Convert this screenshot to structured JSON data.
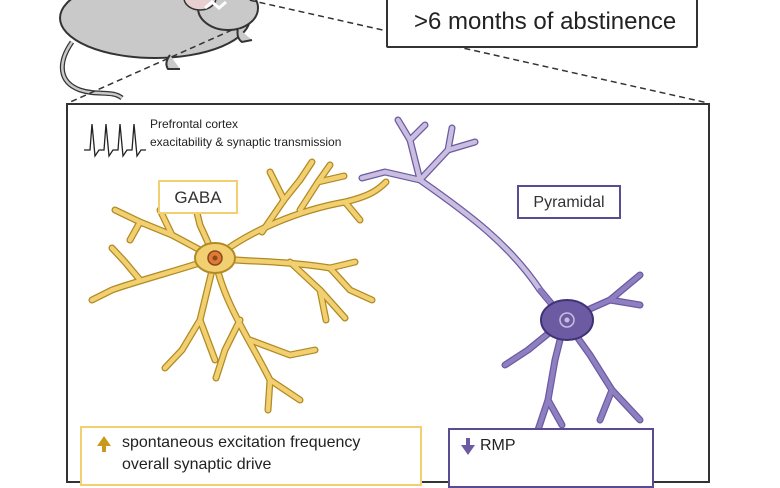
{
  "header": {
    "text": ">6 months of abstinence"
  },
  "panel": {
    "trace_caption_line1": "Prefrontal cortex",
    "trace_caption_line2": "exacitability & synaptic transmission"
  },
  "neurons": {
    "gaba_label": "GABA",
    "pyramidal_label": "Pyramidal"
  },
  "effects": {
    "gaba": [
      {
        "direction": "up",
        "text": "spontaneous excitation frequency"
      },
      {
        "direction": "up",
        "text": "overall synaptic drive"
      }
    ],
    "pyramidal": [
      {
        "direction": "down",
        "text": "RMP"
      }
    ]
  },
  "colors": {
    "gaba": "#f2cf70",
    "gaba_dark": "#c79a1e",
    "pyramidal": "#6c5aa3",
    "pyramidal_light": "#c9bedf",
    "rat": "#c9c9c9"
  }
}
